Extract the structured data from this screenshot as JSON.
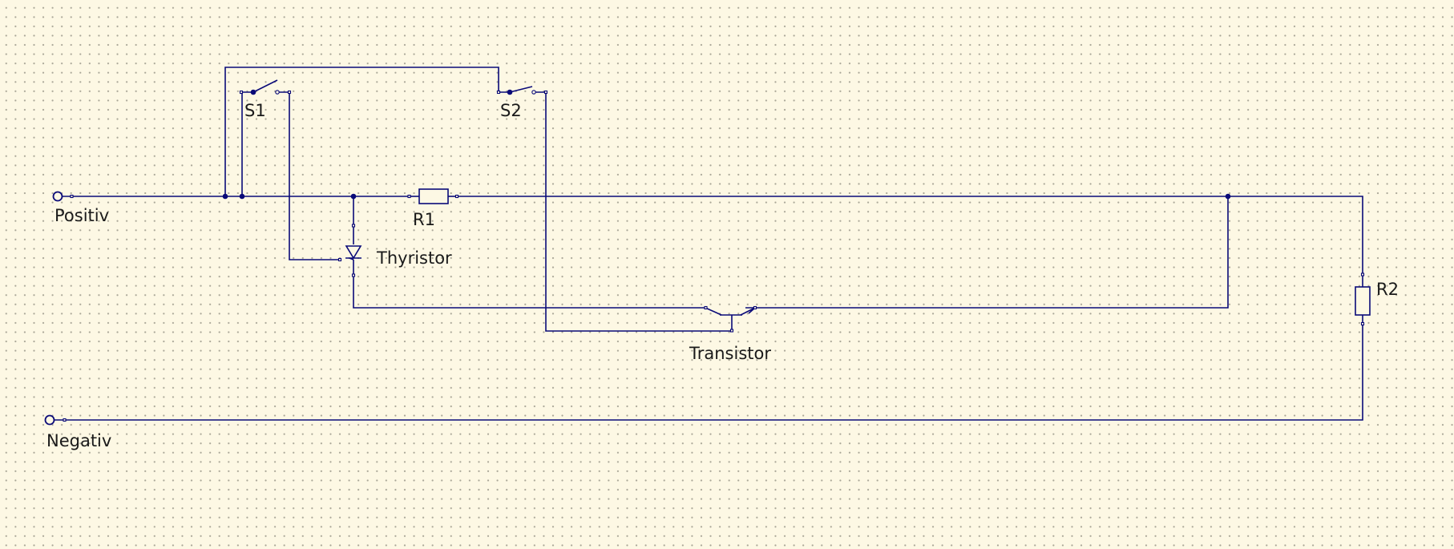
{
  "diagram": {
    "labels": {
      "positiv": "Positiv",
      "negativ": "Negativ",
      "s1": "S1",
      "s2": "S2",
      "r1": "R1",
      "r2": "R2",
      "thyristor": "Thyristor",
      "transistor": "Transistor"
    }
  },
  "colors": {
    "wire": "#0a0a78",
    "background": "#fdf8e4",
    "grid_dot": "#a9a697",
    "text": "#1a1a1a"
  }
}
